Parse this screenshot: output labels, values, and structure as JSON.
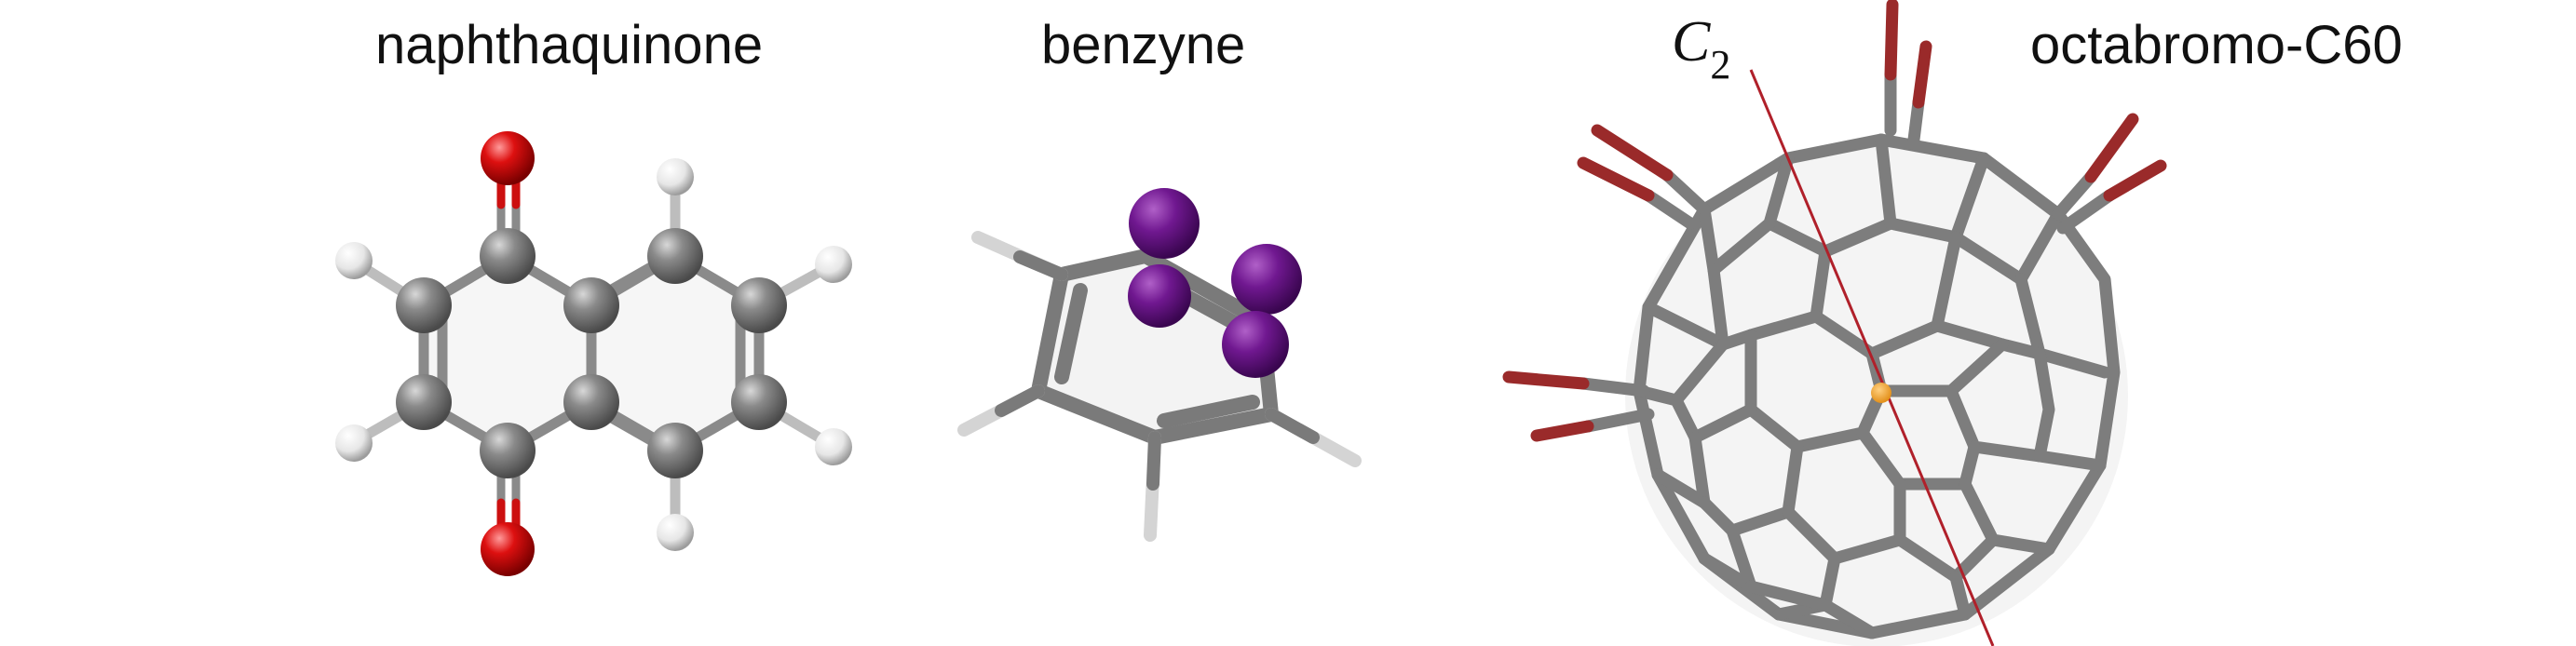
{
  "panels": [
    {
      "name": "naphthaquinone",
      "atom_colors": {
        "C": "#6f6f6f",
        "H": "#eeeeee",
        "O": "#cc0000"
      }
    },
    {
      "name": "benzyne",
      "atom_colors": {
        "C": "#6f6f6f",
        "H": "#eeeeee",
        "I": "#6a1080"
      }
    },
    {
      "name": "octabromo-C60",
      "atom_colors": {
        "C": "#6f6f6f",
        "Br": "#9a2a2a",
        "center": "#f0a030"
      }
    }
  ],
  "axis": {
    "symbol": "C",
    "subscript": "2",
    "color": "#b0202a"
  }
}
